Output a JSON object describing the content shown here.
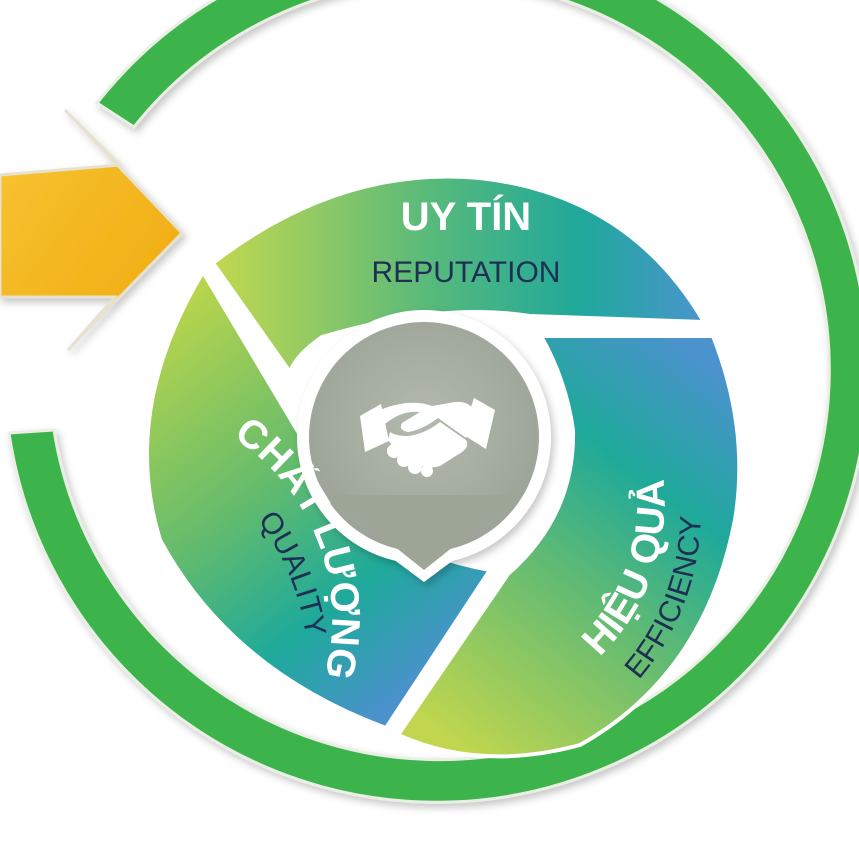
{
  "segments": {
    "top": {
      "title": "UY TÍN",
      "subtitle": "REPUTATION"
    },
    "left": {
      "title": "CHẤT LƯỢNG",
      "subtitle": "QUALITY"
    },
    "right": {
      "title": "HIỆU QUẢ",
      "subtitle": "EFFICIENCY"
    }
  },
  "center": {
    "icon": "handshake-icon"
  },
  "decor": {
    "arrow": "arrow-icon",
    "ring": "cycle-ring"
  },
  "colors": {
    "ring_green": "#3cb44b",
    "arrow_gold": "#f5b81c",
    "center_gray": "#a5ad9f",
    "segment_green": "#b7d44a",
    "segment_teal": "#1ba79b",
    "segment_blue": "#4698cc",
    "subtitle_navy": "#1d2f52"
  }
}
